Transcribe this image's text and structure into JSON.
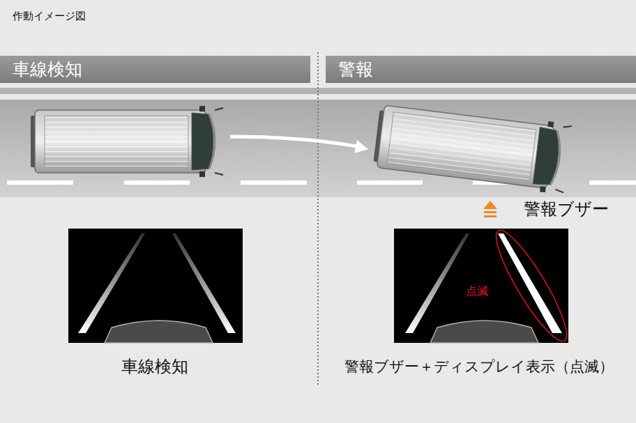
{
  "diagram": {
    "title": "作動イメージ図",
    "nodes": [
      {
        "text": [
          "車線検知"
        ]
      },
      {
        "text": [
          "警報"
        ]
      },
      {
        "text": [
          "点滅"
        ]
      }
    ],
    "labels": [
      "車線検知",
      "警報ブザー",
      "警報ブザー＋ディスプレイ表示（点滅）"
    ]
  }
}
